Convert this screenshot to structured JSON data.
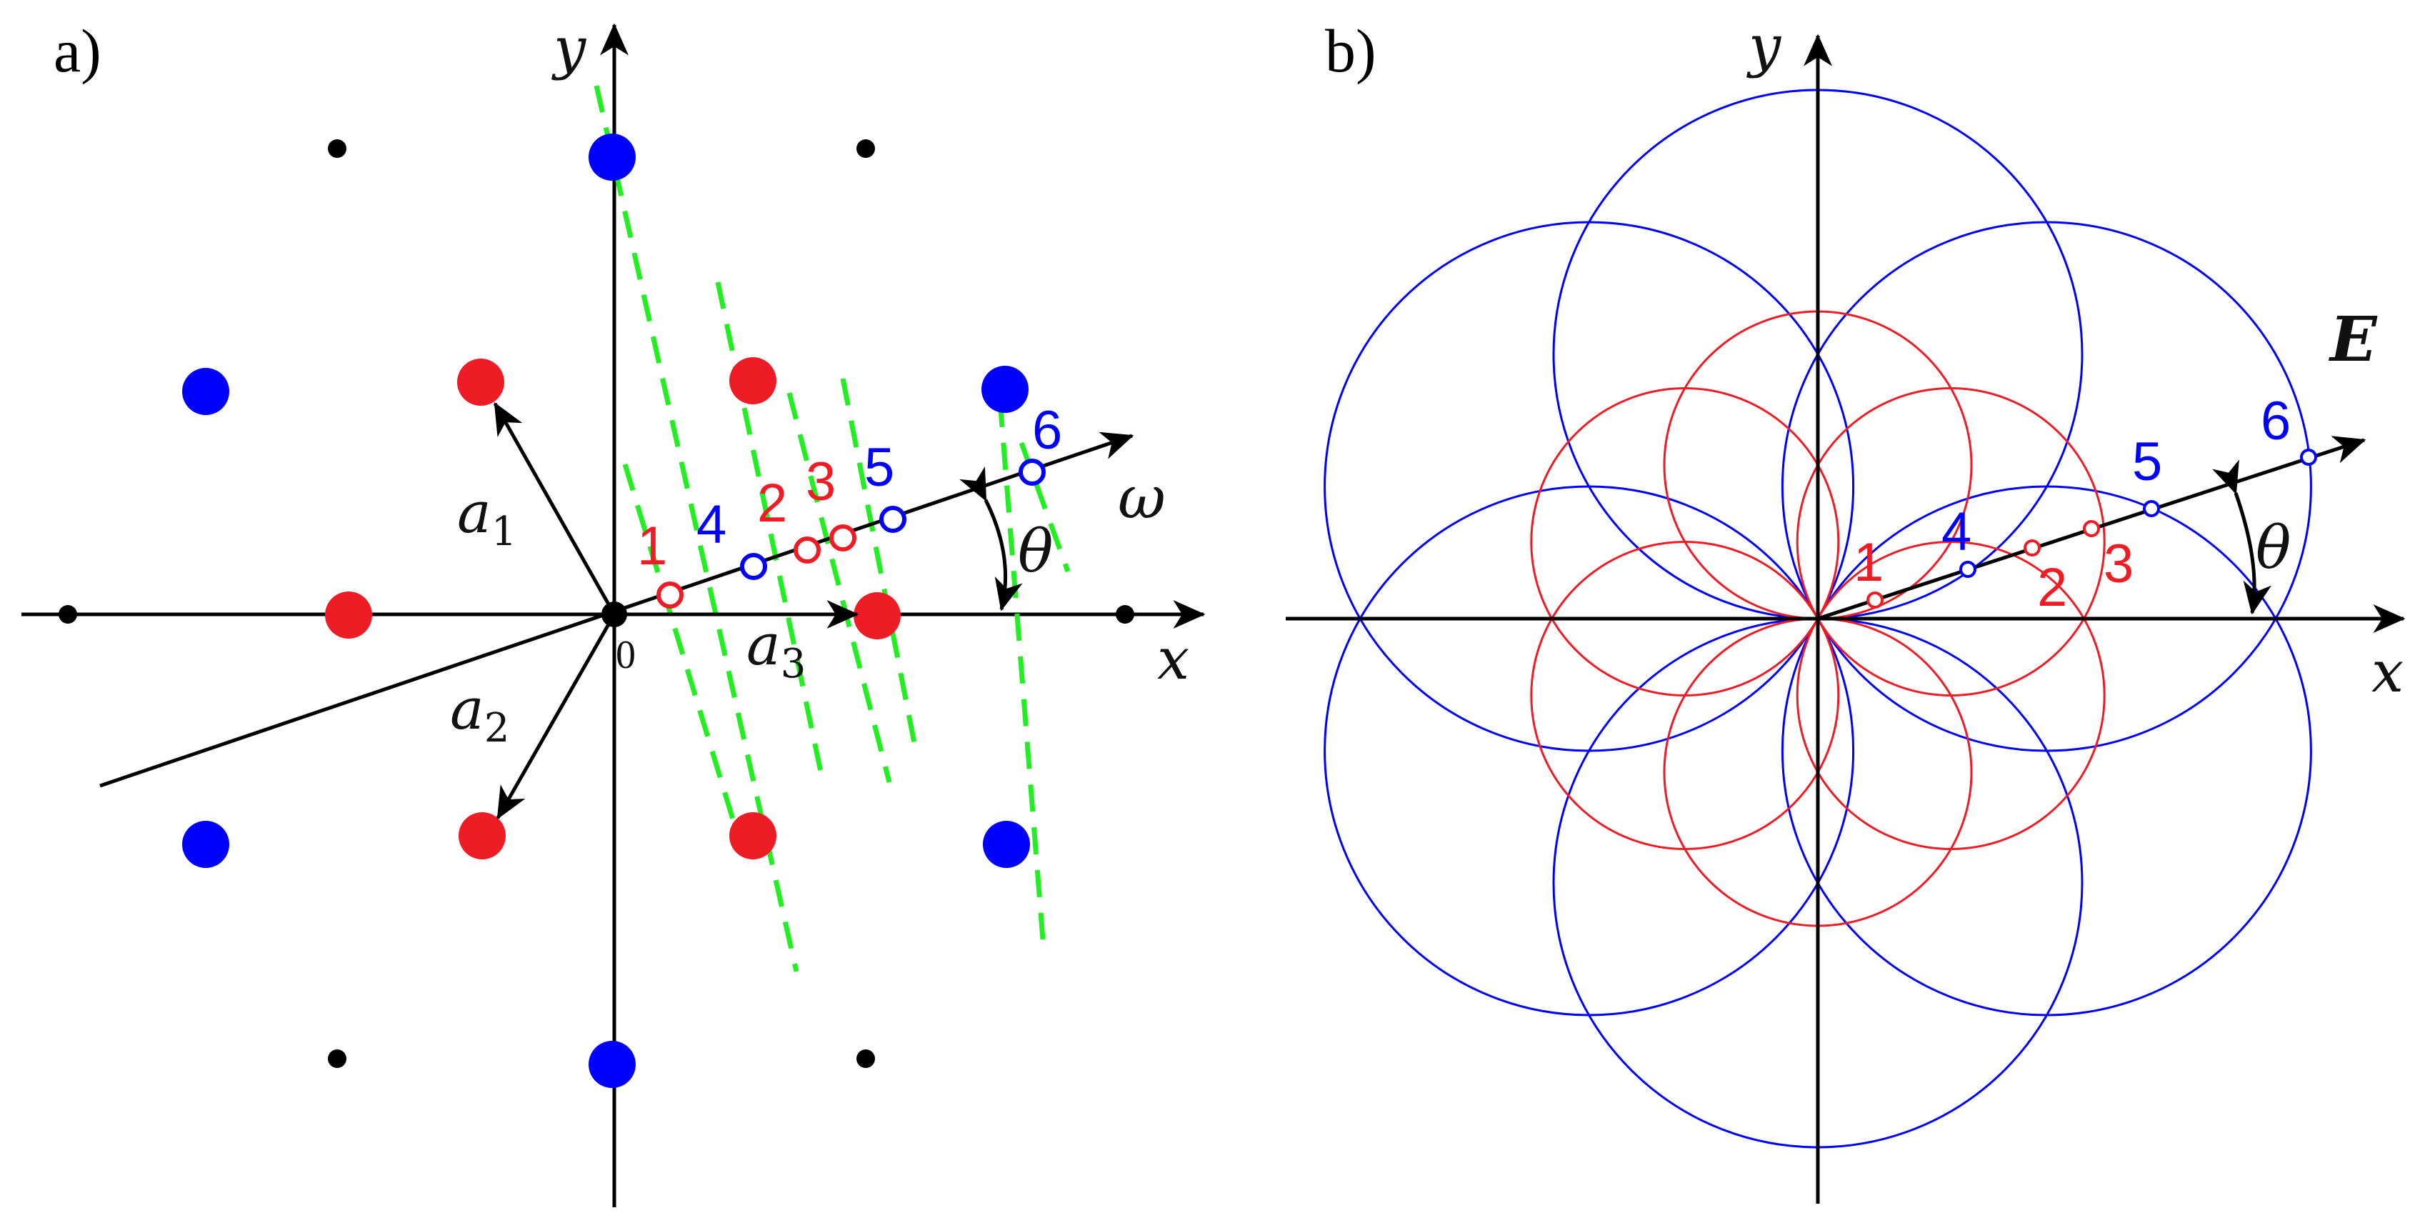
{
  "colors": {
    "axis": "#000000",
    "red": "#ee1c25",
    "blue": "#0000ff",
    "green": "#22ee22",
    "black": "#000000"
  },
  "panel_a": {
    "label": "a)",
    "x_label": "x",
    "y_label": "y",
    "origin_label": "0",
    "vectors": [
      {
        "name": "a",
        "sub": "1"
      },
      {
        "name": "a",
        "sub": "2"
      },
      {
        "name": "a",
        "sub": "3"
      }
    ],
    "direction_label": "ω",
    "angle_label": "θ",
    "points": [
      {
        "n": "1",
        "color": "red"
      },
      {
        "n": "2",
        "color": "red"
      },
      {
        "n": "3",
        "color": "red"
      },
      {
        "n": "4",
        "color": "blue"
      },
      {
        "n": "5",
        "color": "blue"
      },
      {
        "n": "6",
        "color": "blue"
      }
    ]
  },
  "panel_b": {
    "label": "b)",
    "x_label": "x",
    "y_label": "y",
    "direction_label": "E",
    "angle_label": "θ",
    "points": [
      {
        "n": "1",
        "color": "red"
      },
      {
        "n": "2",
        "color": "red"
      },
      {
        "n": "3",
        "color": "red"
      },
      {
        "n": "4",
        "color": "blue"
      },
      {
        "n": "5",
        "color": "blue"
      },
      {
        "n": "6",
        "color": "blue"
      }
    ]
  }
}
